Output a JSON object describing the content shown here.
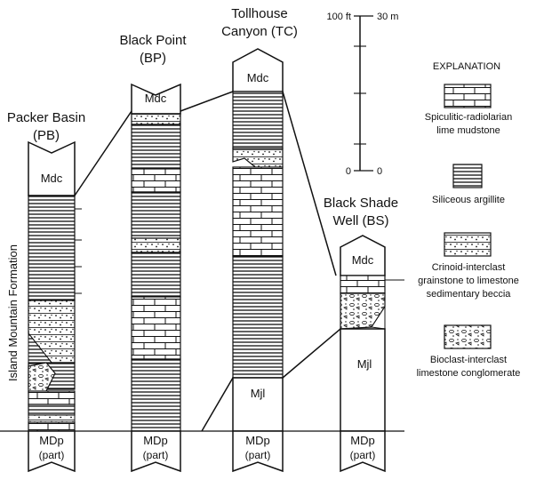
{
  "columns": {
    "pb": {
      "title_line1": "Packer Basin",
      "title_line2": "(PB)",
      "top_unit": "Mdc",
      "base_unit": "MDp",
      "base_note": "(part)"
    },
    "bp": {
      "title_line1": "Black Point",
      "title_line2": "(BP)",
      "top_unit": "Mdc",
      "base_unit": "MDp",
      "base_note": "(part)"
    },
    "tc": {
      "title_line1": "Tollhouse",
      "title_line2": "Canyon (TC)",
      "top_unit": "Mdc",
      "lower_unit": "Mjl",
      "base_unit": "MDp",
      "base_note": "(part)"
    },
    "bs": {
      "title_line1": "Black Shade",
      "title_line2": "Well (BS)",
      "top_unit": "Mdc",
      "lower_unit": "Mjl",
      "base_unit": "MDp",
      "base_note": "(part)"
    }
  },
  "formation_label": "Island Mountain Formation",
  "scale": {
    "feet_top": "100 ft",
    "meters_top": "30 m",
    "feet_zero": "0",
    "meters_zero": "0"
  },
  "explanation": {
    "title": "EXPLANATION",
    "items": [
      {
        "line1": "Spiculitic-radiolarian",
        "line2": "lime mudstone"
      },
      {
        "line1": "Siliceous argillite",
        "line2": ""
      },
      {
        "line1": "Crinoid-interclast",
        "line2": "grainstone to limestone",
        "line3": "sedimentary beccia"
      },
      {
        "line1": "Bioclast-interclast",
        "line2": "limestone conglomerate"
      }
    ]
  },
  "colors": {
    "ink": "#111111",
    "background": "#ffffff"
  }
}
